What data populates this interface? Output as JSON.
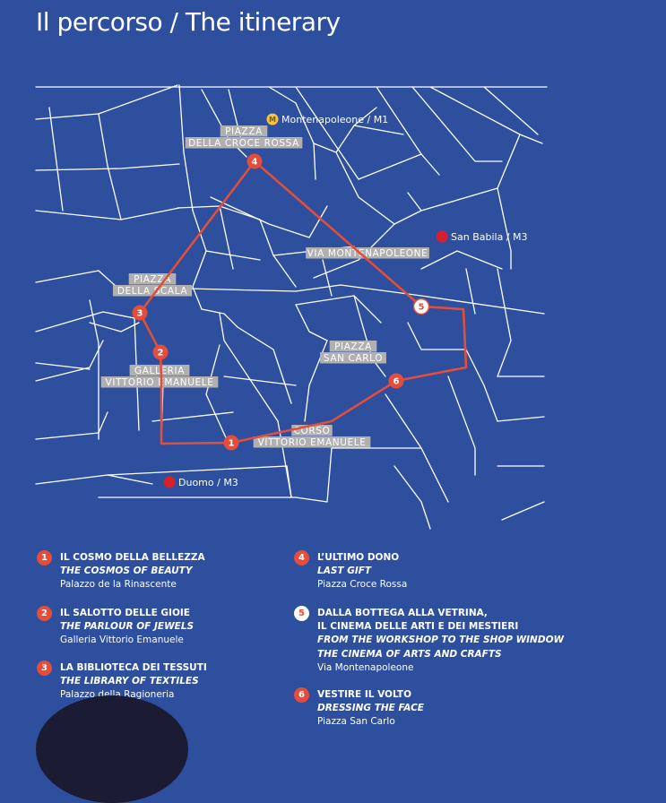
{
  "title": "Il percorso / The itinerary",
  "colors": {
    "background": "#2d4f9e",
    "route": "#e24e3b",
    "streets": "#ffffff",
    "label_bg": "#b0b0b0",
    "metro_m1": "#f5c542",
    "metro_m3": "#d6202c"
  },
  "map": {
    "stops": [
      {
        "number": "1",
        "style": "red"
      },
      {
        "number": "2",
        "style": "red"
      },
      {
        "number": "3",
        "style": "red"
      },
      {
        "number": "4",
        "style": "red"
      },
      {
        "number": "5",
        "style": "white"
      },
      {
        "number": "6",
        "style": "red"
      }
    ],
    "place_labels": [
      [
        "PIAZZA",
        "DELLA CROCE ROSSA"
      ],
      [
        "PIAZZA",
        "DELLA SCALA"
      ],
      [
        "GALLERIA",
        "VITTORIO EMANUELE"
      ],
      [
        "VIA MONTENAPOLEONE"
      ],
      [
        "PIAZZA",
        "SAN CARLO"
      ],
      [
        "CORSO",
        "VITTORIO EMANUELE"
      ]
    ],
    "metro_stations": [
      {
        "label": "Montenapoleone / M1",
        "line": "M1",
        "icon": "metro-m1-icon",
        "symbol": "M"
      },
      {
        "label": "San Babila / M3",
        "line": "M3",
        "icon": "metro-m3-icon",
        "symbol": ""
      },
      {
        "label": "Duomo / M3",
        "line": "M3",
        "icon": "metro-m3-icon",
        "symbol": ""
      }
    ]
  },
  "legend": [
    {
      "number": "1",
      "style": "red",
      "title": "IL COSMO DELLA BELLEZZA",
      "english": "THE COSMOS OF BEAUTY",
      "place": "Palazzo de la Rinascente"
    },
    {
      "number": "2",
      "style": "red",
      "title": "IL SALOTTO DELLE GIOIE",
      "english": "THE PARLOUR OF JEWELS",
      "place": "Galleria Vittorio Emanuele"
    },
    {
      "number": "3",
      "style": "red",
      "title": "LA BIBLIOTECA DEI TESSUTI",
      "english": "THE LIBRARY OF TEXTILES",
      "place": "Palazzo della Ragioneria"
    },
    {
      "number": "4",
      "style": "red",
      "title": "L’ULTIMO DONO",
      "english": "LAST GIFT",
      "place": "Piazza Croce Rossa"
    },
    {
      "number": "5",
      "style": "white",
      "title": "DALLA BOTTEGA ALLA VETRINA,\nIL CINEMA DELLE ARTI E DEI MESTIERI",
      "english": "FROM THE WORKSHOP TO THE SHOP WINDOW\nTHE CINEMA OF ARTS AND CRAFTS",
      "place": "Via Montenapoleone"
    },
    {
      "number": "6",
      "style": "red",
      "title": "VESTIRE IL VOLTO",
      "english": "DRESSING THE FACE",
      "place": "Piazza San Carlo"
    }
  ]
}
